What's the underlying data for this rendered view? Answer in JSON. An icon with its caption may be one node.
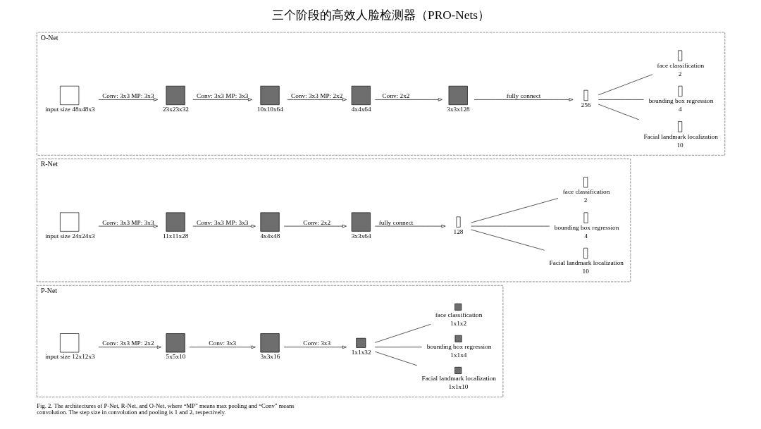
{
  "diagram": {
    "title": "三个阶段的高效人脸检测器（PRO-Nets）",
    "caption": "Fig. 2. The architectures of P-Net, R-Net, and O-Net, where “MP” means max pooling and “Conv” means convolution. The step size in convolution and pooling is 1 and 2, respectively.",
    "nodes": [
      {
        "text": [
          "P-Net"
        ]
      },
      {
        "text": [],
        "shape": "box",
        "in": 0,
        "beside": [
          "input size 12x12x3"
        ]
      },
      {
        "text": [],
        "shape": "box",
        "in": 0,
        "beside": [
          "5x5x10"
        ]
      },
      {
        "text": [],
        "shape": "box",
        "in": 0,
        "beside": [
          "3x3x16"
        ]
      },
      {
        "text": [],
        "shape": "box",
        "in": 0,
        "beside": [
          "1x1x32"
        ]
      },
      {
        "text": [],
        "shape": "box",
        "in": 0,
        "beside": [
          "face classification",
          "1x1x2"
        ]
      },
      {
        "text": [],
        "shape": "box",
        "in": 0,
        "beside": [
          "bounding box regression",
          "1x1x4"
        ]
      },
      {
        "text": [],
        "shape": "box",
        "in": 0,
        "beside": [
          "Facial landmark localization",
          "1x1x10"
        ]
      },
      {
        "text": [
          "R-Net"
        ]
      },
      {
        "text": [],
        "shape": "box",
        "in": 8,
        "beside": [
          "input size 24x24x3"
        ]
      },
      {
        "text": [],
        "shape": "box",
        "in": 8,
        "beside": [
          "11x11x28"
        ]
      },
      {
        "text": [],
        "shape": "box",
        "in": 8,
        "beside": [
          "4x4x48"
        ]
      },
      {
        "text": [],
        "shape": "box",
        "in": 8,
        "beside": [
          "3x3x64"
        ]
      },
      {
        "text": [],
        "shape": "bar",
        "in": 8,
        "beside": [
          "128"
        ]
      },
      {
        "text": [],
        "shape": "bar",
        "in": 8,
        "beside": [
          "face classification",
          "2"
        ]
      },
      {
        "text": [],
        "shape": "bar",
        "in": 8,
        "beside": [
          "bounding box regression",
          "4"
        ]
      },
      {
        "text": [],
        "shape": "bar",
        "in": 8,
        "beside": [
          "Facial landmark localization",
          "10"
        ]
      },
      {
        "text": [
          "O-Net"
        ]
      },
      {
        "text": [],
        "shape": "box",
        "in": 17,
        "beside": [
          "input size 48x48x3"
        ]
      },
      {
        "text": [],
        "shape": "box",
        "in": 17,
        "beside": [
          "23x23x32"
        ]
      },
      {
        "text": [],
        "shape": "box",
        "in": 17,
        "beside": [
          "10x10x64"
        ]
      },
      {
        "text": [],
        "shape": "box",
        "in": 17,
        "beside": [
          "4x4x64"
        ]
      },
      {
        "text": [],
        "shape": "box",
        "in": 17,
        "beside": [
          "3x3x128"
        ]
      },
      {
        "text": [],
        "shape": "bar",
        "in": 17,
        "beside": [
          "256"
        ]
      },
      {
        "text": [],
        "shape": "bar",
        "in": 17,
        "beside": [
          "face classification",
          "2"
        ]
      },
      {
        "text": [],
        "shape": "bar",
        "in": 17,
        "beside": [
          "bounding box regression",
          "4"
        ]
      },
      {
        "text": [],
        "shape": "bar",
        "in": 17,
        "beside": [
          "Facial landmark localization",
          "10"
        ]
      }
    ],
    "edges": [
      {
        "from": 1,
        "to": 2,
        "arrow": "to",
        "label": "Conv: 3x3 MP: 2x2"
      },
      {
        "from": 2,
        "to": 3,
        "arrow": "to",
        "label": "Conv: 3x3"
      },
      {
        "from": 3,
        "to": 4,
        "arrow": "to",
        "label": "Conv: 3x3"
      },
      {
        "from": 4,
        "to": 5,
        "arrow": "none"
      },
      {
        "from": 4,
        "to": 6,
        "arrow": "none"
      },
      {
        "from": 4,
        "to": 7,
        "arrow": "none"
      },
      {
        "from": 9,
        "to": 10,
        "arrow": "to",
        "label": "Conv: 3x3 MP: 3x3"
      },
      {
        "from": 10,
        "to": 11,
        "arrow": "to",
        "label": "Conv: 3x3 MP: 3x3"
      },
      {
        "from": 11,
        "to": 12,
        "arrow": "to",
        "label": "Conv: 2x2"
      },
      {
        "from": 12,
        "to": 13,
        "arrow": "to",
        "label": "fully connect"
      },
      {
        "from": 13,
        "to": 14,
        "arrow": "none"
      },
      {
        "from": 13,
        "to": 15,
        "arrow": "none"
      },
      {
        "from": 13,
        "to": 16,
        "arrow": "none"
      },
      {
        "from": 18,
        "to": 19,
        "arrow": "to",
        "label": "Conv: 3x3 MP: 3x3"
      },
      {
        "from": 19,
        "to": 20,
        "arrow": "to",
        "label": "Conv: 3x3 MP: 3x3"
      },
      {
        "from": 20,
        "to": 21,
        "arrow": "to",
        "label": "Conv: 3x3 MP: 2x2"
      },
      {
        "from": 21,
        "to": 22,
        "arrow": "to",
        "label": "Conv: 2x2"
      },
      {
        "from": 22,
        "to": 23,
        "arrow": "to",
        "label": "fully connect"
      },
      {
        "from": 23,
        "to": 24,
        "arrow": "none"
      },
      {
        "from": 23,
        "to": 25,
        "arrow": "none"
      },
      {
        "from": 23,
        "to": 26,
        "arrow": "none"
      }
    ]
  }
}
